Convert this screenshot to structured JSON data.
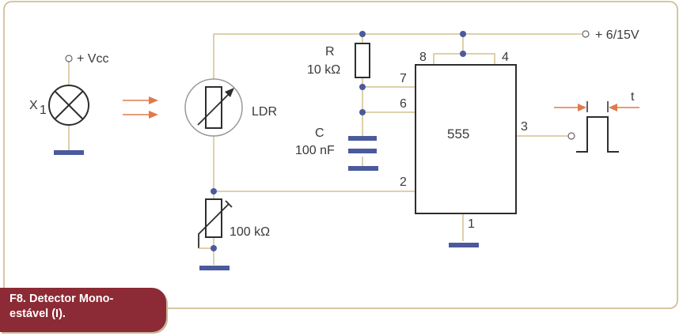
{
  "labels": {
    "vcc_lamp": "+ Vcc",
    "lamp_ref": "X",
    "lamp_ref_sub": "1",
    "ldr": "LDR",
    "resistor_name": "R",
    "resistor_value": "10 kΩ",
    "capacitor_name": "C",
    "capacitor_value": "100 nF",
    "trimpot_value": "100 kΩ",
    "supply": "+ 6/15V",
    "chip": "555",
    "pin8": "8",
    "pin4": "4",
    "pin7": "7",
    "pin6": "6",
    "pin2": "2",
    "pin3": "3",
    "pin1": "1",
    "pulse_width": "t"
  },
  "caption": {
    "line1": "F8. Detector Mono-",
    "line2": "estável (I)."
  },
  "colors": {
    "frame": "#c8b487",
    "wire": "#d3c08f",
    "component": "#2e2e2e",
    "node": "#4a5a9c",
    "ground": "#4a5a9c",
    "arrow": "#e07a4a",
    "caption_bg": "#8c2a35"
  }
}
